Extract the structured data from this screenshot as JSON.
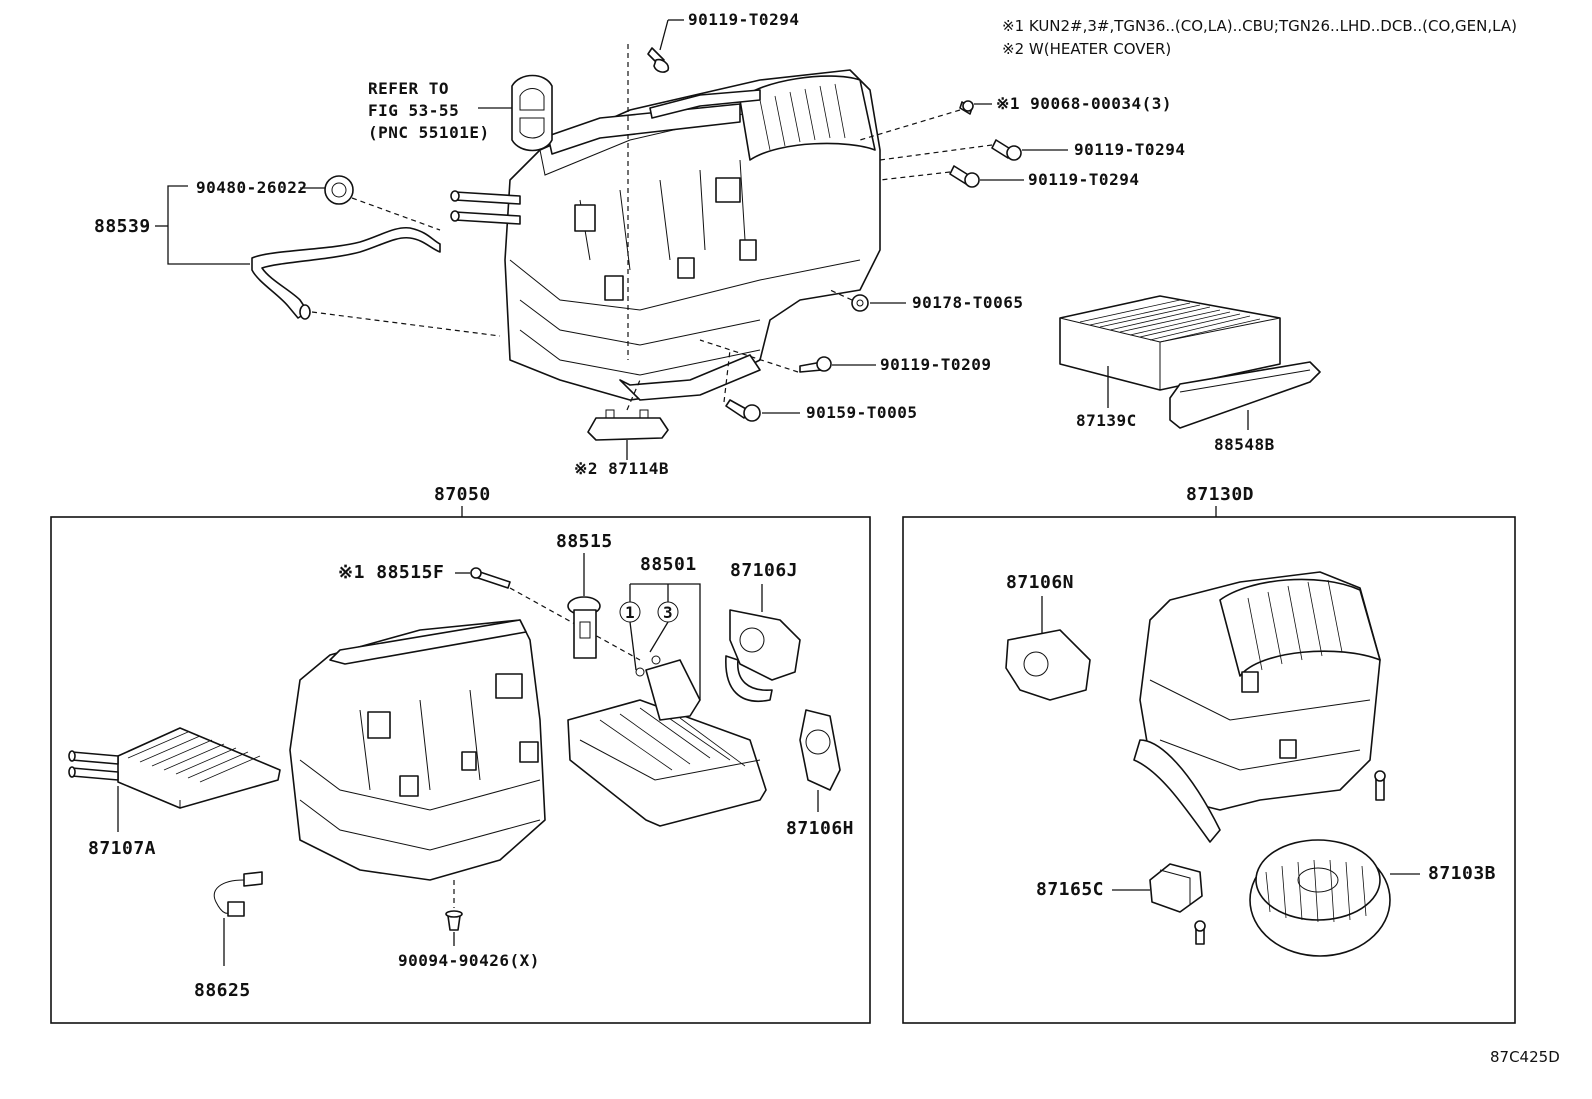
{
  "notes": {
    "note1": "※1 KUN2#,3#,TGN36..(CO,LA)..CBU;TGN26..LHD..DCB..(CO,GEN,LA)",
    "note2": "※2 W(HEATER COVER)"
  },
  "refer": {
    "line1": "REFER TO",
    "line2": "FIG 53-55",
    "line3": "(PNC 55101E)"
  },
  "top_labels": {
    "p90119_top": "90119-T0294",
    "p90068": "※1 90068-00034(3)",
    "p90119_r1": "90119-T0294",
    "p90119_r2": "90119-T0294",
    "p90480": "90480-26022",
    "p88539": "88539",
    "p90178": "90178-T0065",
    "p90119_t0209": "90119-T0209",
    "p90159": "90159-T0005",
    "p87114b": "※2 87114B",
    "p87139c": "87139C",
    "p88548b": "88548B"
  },
  "left_box": {
    "title": "87050",
    "p88515f": "※1 88515F",
    "p88515": "88515",
    "p88501": "88501",
    "circle1": "1",
    "circle3": "3",
    "p87106j": "87106J",
    "p87106h": "87106H",
    "p87107a": "87107A",
    "p88625": "88625",
    "p90094": "90094-90426(X)"
  },
  "right_box": {
    "title": "87130D",
    "p87106n": "87106N",
    "p87103b": "87103B",
    "p87165c": "87165C"
  },
  "figure_code": "87C425D"
}
